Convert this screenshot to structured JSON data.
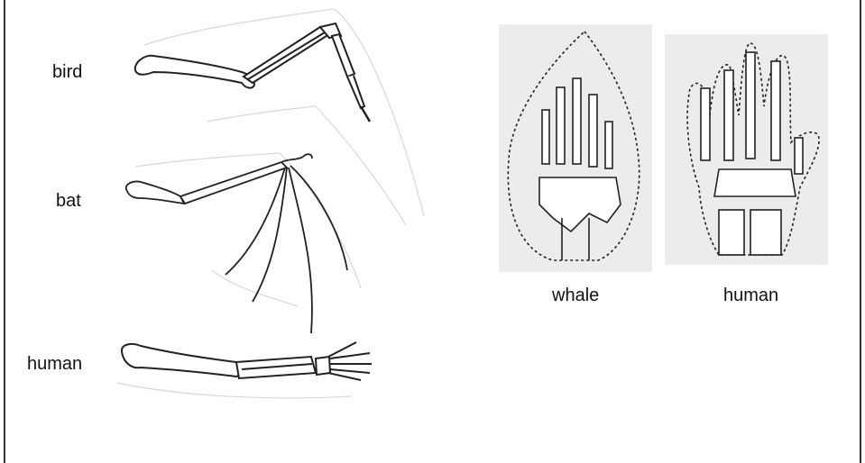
{
  "labels": {
    "bird": "bird",
    "bat": "bat",
    "human_limb": "human",
    "whale": "whale",
    "human_hand": "human"
  }
}
